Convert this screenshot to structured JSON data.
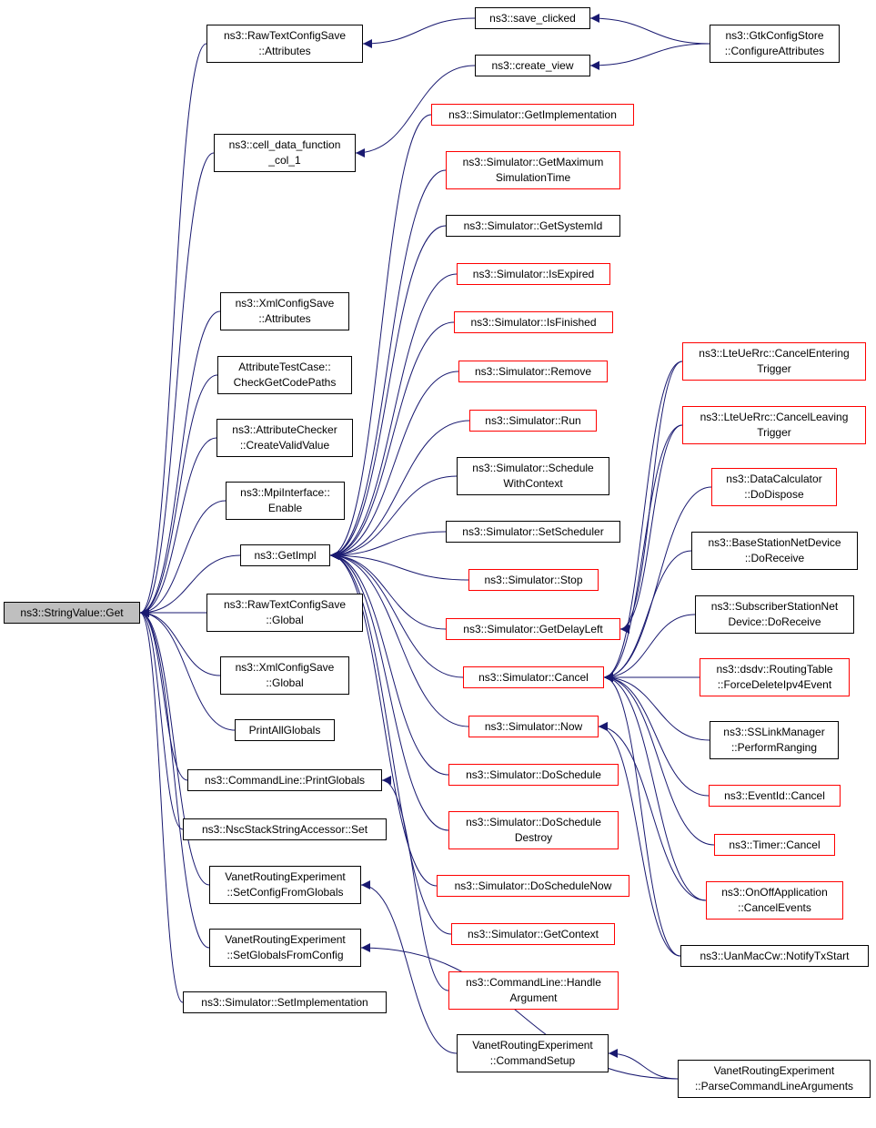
{
  "colors": {
    "edge": "#191970",
    "box_border": "#000000",
    "box_border_external": "#ff0000",
    "root_fill": "#bfbfbf",
    "background": "#ffffff"
  },
  "nodes": [
    {
      "id": "root",
      "label": "ns3::StringValue::Get",
      "root": true
    },
    {
      "id": "rtcs_attr",
      "label": "ns3::RawTextConfigSave\n::Attributes"
    },
    {
      "id": "save_clicked",
      "label": "ns3::save_clicked"
    },
    {
      "id": "gtk_cfg",
      "label": "ns3::GtkConfigStore\n::ConfigureAttributes"
    },
    {
      "id": "create_view",
      "label": "ns3::create_view"
    },
    {
      "id": "cell_data",
      "label": "ns3::cell_data_function\n_col_1"
    },
    {
      "id": "xml_attr",
      "label": "ns3::XmlConfigSave\n::Attributes"
    },
    {
      "id": "attr_test",
      "label": "AttributeTestCase::\nCheckGetCodePaths"
    },
    {
      "id": "attr_checker",
      "label": "ns3::AttributeChecker\n::CreateValidValue"
    },
    {
      "id": "mpi_enable",
      "label": "ns3::MpiInterface::\nEnable"
    },
    {
      "id": "getimpl",
      "label": "ns3::GetImpl"
    },
    {
      "id": "rtcs_global",
      "label": "ns3::RawTextConfigSave\n::Global"
    },
    {
      "id": "xml_global",
      "label": "ns3::XmlConfigSave\n::Global"
    },
    {
      "id": "print_all",
      "label": "PrintAllGlobals"
    },
    {
      "id": "cmd_print",
      "label": "ns3::CommandLine::PrintGlobals"
    },
    {
      "id": "nsc_set",
      "label": "ns3::NscStackStringAccessor::Set"
    },
    {
      "id": "vre_setcfg",
      "label": "VanetRoutingExperiment\n::SetConfigFromGlobals"
    },
    {
      "id": "vre_setglob",
      "label": "VanetRoutingExperiment\n::SetGlobalsFromConfig"
    },
    {
      "id": "sim_setimpl",
      "label": "ns3::Simulator::SetImplementation"
    },
    {
      "id": "sim_getimpl",
      "label": "ns3::Simulator::GetImplementation",
      "red": true
    },
    {
      "id": "sim_getmax",
      "label": "ns3::Simulator::GetMaximum\nSimulationTime",
      "red": true
    },
    {
      "id": "sim_sysid",
      "label": "ns3::Simulator::GetSystemId"
    },
    {
      "id": "sim_isexp",
      "label": "ns3::Simulator::IsExpired",
      "red": true
    },
    {
      "id": "sim_isfin",
      "label": "ns3::Simulator::IsFinished",
      "red": true
    },
    {
      "id": "sim_remove",
      "label": "ns3::Simulator::Remove",
      "red": true
    },
    {
      "id": "sim_run",
      "label": "ns3::Simulator::Run",
      "red": true
    },
    {
      "id": "sim_schedctx",
      "label": "ns3::Simulator::Schedule\nWithContext"
    },
    {
      "id": "sim_setsched",
      "label": "ns3::Simulator::SetScheduler"
    },
    {
      "id": "sim_stop",
      "label": "ns3::Simulator::Stop",
      "red": true
    },
    {
      "id": "sim_delay",
      "label": "ns3::Simulator::GetDelayLeft",
      "red": true
    },
    {
      "id": "sim_cancel",
      "label": "ns3::Simulator::Cancel",
      "red": true
    },
    {
      "id": "sim_now",
      "label": "ns3::Simulator::Now",
      "red": true
    },
    {
      "id": "sim_dosched",
      "label": "ns3::Simulator::DoSchedule",
      "red": true
    },
    {
      "id": "sim_doschedd",
      "label": "ns3::Simulator::DoSchedule\nDestroy",
      "red": true
    },
    {
      "id": "sim_doschednow",
      "label": "ns3::Simulator::DoScheduleNow",
      "red": true
    },
    {
      "id": "sim_getctx",
      "label": "ns3::Simulator::GetContext",
      "red": true
    },
    {
      "id": "cmd_handle",
      "label": "ns3::CommandLine::Handle\nArgument",
      "red": true
    },
    {
      "id": "vre_cmdsetup",
      "label": "VanetRoutingExperiment\n::CommandSetup"
    },
    {
      "id": "vre_parse",
      "label": "VanetRoutingExperiment\n::ParseCommandLineArguments"
    },
    {
      "id": "lte_enter",
      "label": "ns3::LteUeRrc::CancelEntering\nTrigger",
      "red": true
    },
    {
      "id": "lte_leave",
      "label": "ns3::LteUeRrc::CancelLeaving\nTrigger",
      "red": true
    },
    {
      "id": "dc_dispose",
      "label": "ns3::DataCalculator\n::DoDispose",
      "red": true
    },
    {
      "id": "bs_recv",
      "label": "ns3::BaseStationNetDevice\n::DoReceive"
    },
    {
      "id": "ss_recv",
      "label": "ns3::SubscriberStationNet\nDevice::DoReceive"
    },
    {
      "id": "dsdv_force",
      "label": "ns3::dsdv::RoutingTable\n::ForceDeleteIpv4Event",
      "red": true
    },
    {
      "id": "ss_link",
      "label": "ns3::SSLinkManager\n::PerformRanging"
    },
    {
      "id": "eventid_cancel",
      "label": "ns3::EventId::Cancel",
      "red": true
    },
    {
      "id": "timer_cancel",
      "label": "ns3::Timer::Cancel",
      "red": true
    },
    {
      "id": "onoff_cancel",
      "label": "ns3::OnOffApplication\n::CancelEvents",
      "red": true
    },
    {
      "id": "uanmac",
      "label": "ns3::UanMacCw::NotifyTxStart"
    }
  ],
  "edges": [
    [
      "rtcs_attr",
      "root"
    ],
    [
      "cell_data",
      "root"
    ],
    [
      "xml_attr",
      "root"
    ],
    [
      "attr_test",
      "root"
    ],
    [
      "attr_checker",
      "root"
    ],
    [
      "mpi_enable",
      "root"
    ],
    [
      "getimpl",
      "root"
    ],
    [
      "rtcs_global",
      "root"
    ],
    [
      "xml_global",
      "root"
    ],
    [
      "print_all",
      "root"
    ],
    [
      "cmd_print",
      "root"
    ],
    [
      "nsc_set",
      "root"
    ],
    [
      "vre_setcfg",
      "root"
    ],
    [
      "vre_setglob",
      "root"
    ],
    [
      "sim_setimpl",
      "root"
    ],
    [
      "save_clicked",
      "rtcs_attr"
    ],
    [
      "gtk_cfg",
      "save_clicked"
    ],
    [
      "gtk_cfg",
      "create_view"
    ],
    [
      "create_view",
      "cell_data"
    ],
    [
      "sim_getimpl",
      "getimpl"
    ],
    [
      "sim_getmax",
      "getimpl"
    ],
    [
      "sim_sysid",
      "getimpl"
    ],
    [
      "sim_isexp",
      "getimpl"
    ],
    [
      "sim_isfin",
      "getimpl"
    ],
    [
      "sim_remove",
      "getimpl"
    ],
    [
      "sim_run",
      "getimpl"
    ],
    [
      "sim_schedctx",
      "getimpl"
    ],
    [
      "sim_setsched",
      "getimpl"
    ],
    [
      "sim_stop",
      "getimpl"
    ],
    [
      "sim_delay",
      "getimpl"
    ],
    [
      "sim_cancel",
      "getimpl"
    ],
    [
      "sim_now",
      "getimpl"
    ],
    [
      "sim_dosched",
      "getimpl"
    ],
    [
      "sim_doschedd",
      "getimpl"
    ],
    [
      "sim_doschednow",
      "getimpl"
    ],
    [
      "sim_getctx",
      "getimpl"
    ],
    [
      "cmd_handle",
      "cmd_print"
    ],
    [
      "vre_cmdsetup",
      "vre_setcfg"
    ],
    [
      "vre_parse",
      "vre_setglob"
    ],
    [
      "vre_parse",
      "vre_cmdsetup"
    ],
    [
      "lte_enter",
      "sim_delay"
    ],
    [
      "lte_leave",
      "sim_delay"
    ],
    [
      "lte_enter",
      "sim_cancel"
    ],
    [
      "lte_leave",
      "sim_cancel"
    ],
    [
      "dc_dispose",
      "sim_cancel"
    ],
    [
      "bs_recv",
      "sim_cancel"
    ],
    [
      "ss_recv",
      "sim_cancel"
    ],
    [
      "dsdv_force",
      "sim_cancel"
    ],
    [
      "ss_link",
      "sim_cancel"
    ],
    [
      "eventid_cancel",
      "sim_cancel"
    ],
    [
      "timer_cancel",
      "sim_cancel"
    ],
    [
      "onoff_cancel",
      "sim_cancel"
    ],
    [
      "uanmac",
      "sim_cancel"
    ],
    [
      "onoff_cancel",
      "sim_now"
    ],
    [
      "uanmac",
      "sim_now"
    ]
  ]
}
